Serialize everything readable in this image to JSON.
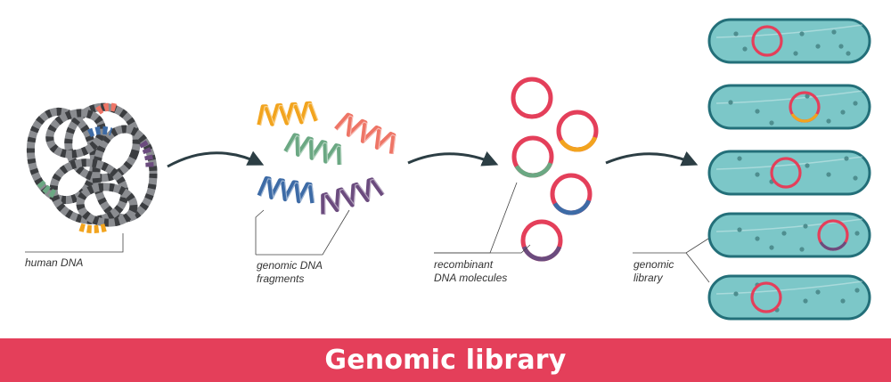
{
  "title": "Genomic library",
  "labels": {
    "human_dna": [
      "human DNA"
    ],
    "fragments": [
      "genomic DNA",
      "fragments"
    ],
    "recombinant": [
      "recombinant",
      "DNA molecules"
    ],
    "library": [
      "genomic",
      "library"
    ]
  },
  "colors": {
    "banner": "#E43F5A",
    "plasmid": "#E43F5A",
    "arrow": "#2C3E44",
    "bacterium_fill": "#7CC7C8",
    "bacterium_outline": "#236F79",
    "dots": "#4E8E8F",
    "dna_gray": "#8A8C90",
    "dna_dark": "#3B3D40",
    "fragment_orange": "#F2A41E",
    "fragment_salmon": "#EE7566",
    "fragment_green": "#6BA883",
    "fragment_blue": "#3D6BA6",
    "fragment_purple": "#6B4B7E"
  },
  "plasmid_inserts": [
    "green",
    "orange",
    "blue",
    "purple"
  ],
  "bacteria_inserts": [
    "none",
    "orange",
    "none",
    "purple",
    "none"
  ]
}
